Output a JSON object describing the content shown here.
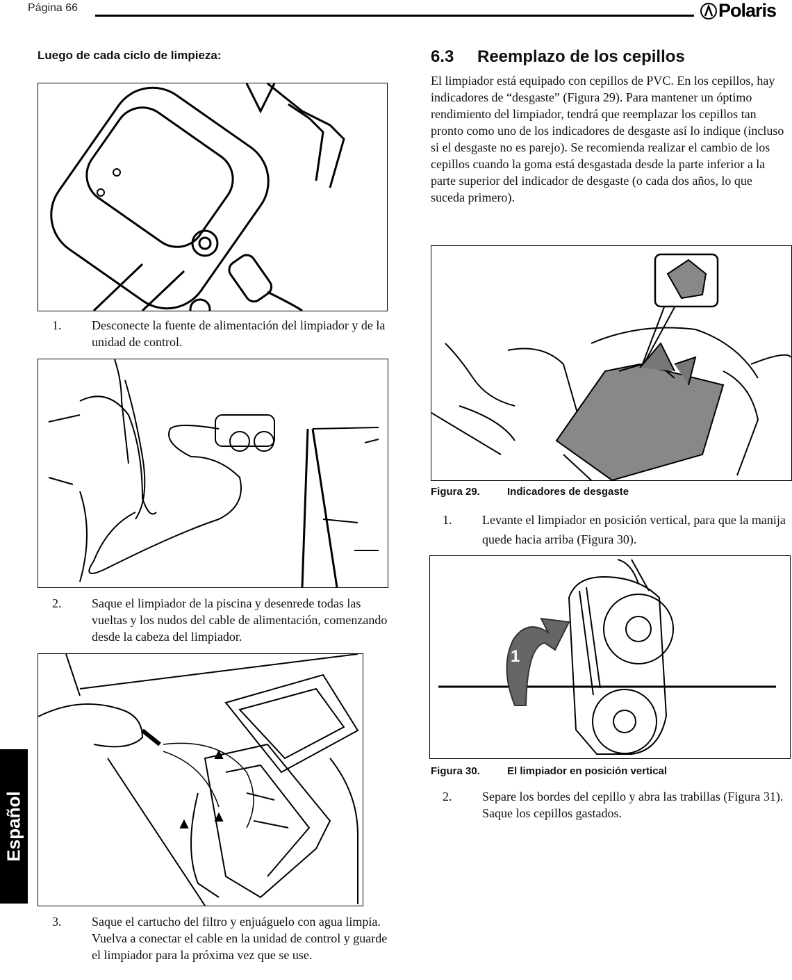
{
  "header": {
    "page_label": "Página 66",
    "brand": "Polaris"
  },
  "language_tab": "Español",
  "left": {
    "heading": "Luego de cada ciclo de limpieza:",
    "steps": [
      {
        "num": "1.",
        "text": "Desconecte la fuente de alimentación del limpiador y de la unidad de control."
      },
      {
        "num": "2.",
        "text": "Saque el limpiador de la piscina y desenrede todas las vueltas y los nudos del cable de alimentación, comenzando desde la cabeza del limpiador."
      },
      {
        "num": "3.",
        "text": "Saque el cartucho del filtro y enjuáguelo con agua limpia. Vuelva a conectar el cable en la unidad de control y guarde el limpiador para la próxima vez que se use."
      }
    ]
  },
  "right": {
    "section_number": "6.3",
    "section_title": "Reemplazo de los cepillos",
    "intro": "El limpiador está equipado con cepillos de PVC. En los cepillos, hay indicadores de “desgaste” (Figura 29). Para mantener un óptimo rendimiento del limpiador, tendrá que reemplazar los cepillos tan pronto como uno de los indicadores de desgaste así lo indique (incluso si el desgaste no es parejo). Se recomienda realizar el cambio de los cepillos cuando la goma está desgastada desde la parte inferior a la parte superior del indicador de desgaste (o cada dos años, lo que suceda primero).",
    "figures": [
      {
        "number": "Figura 29.",
        "title": "Indicadores de desgaste"
      },
      {
        "number": "Figura 30.",
        "title": "El limpiador en posición vertical",
        "callout": "1"
      }
    ],
    "steps": [
      {
        "num": "1.",
        "text": "Levante el limpiador en posición vertical, para que la manija quede hacia arriba (Figura 30)."
      },
      {
        "num": "2.",
        "text": "Separe los bordes del cepillo y abra las trabillas (Figura 31). Saque los cepillos gastados."
      }
    ]
  }
}
